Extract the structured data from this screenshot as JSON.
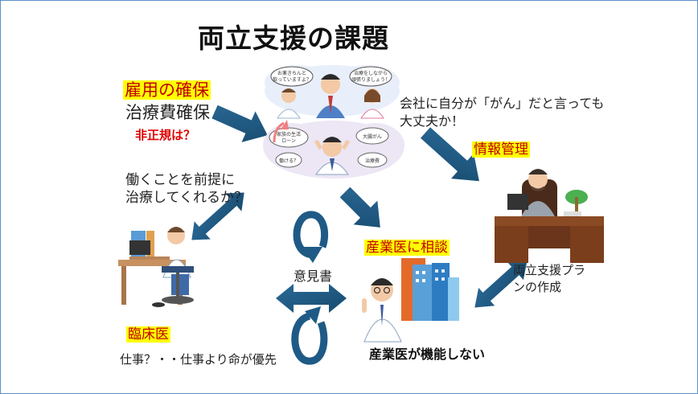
{
  "title": "両立支援の課題",
  "left": {
    "employment": "雇用の確保",
    "treatment_cost": "治療費確保",
    "irregular": "非正規は？",
    "question": [
      "働くことを前提に",
      "治療してくれるか？"
    ]
  },
  "company": [
    "会社に自分が「がん」だと言っても",
    "大丈夫か！"
  ],
  "info_management": "情報管理",
  "occupational_consult": "産業医に相談",
  "opinion": "意見書",
  "plan": [
    "両立支援プラ",
    "ンの作成"
  ],
  "clinician": "臨床医",
  "work_vs_life": "仕事？・・仕事より命が優先",
  "occupational_fail": "産業医が機能しない",
  "bubbles": {
    "top_left": [
      "お薬きちんと",
      "飲っていますよ？"
    ],
    "top_right": [
      "治療をしながら",
      "頑張りましょう！"
    ],
    "bottom_left_1": [
      "家族の生活",
      "ローン"
    ],
    "bottom_right_1": "大腸がん",
    "bottom_left_2": "働ける？",
    "bottom_right_2": "治療費"
  },
  "colors": {
    "arrow": "#1f5a86",
    "highlight": "#ffff00",
    "red": "#c00000",
    "frame": "#5b8fc7"
  }
}
